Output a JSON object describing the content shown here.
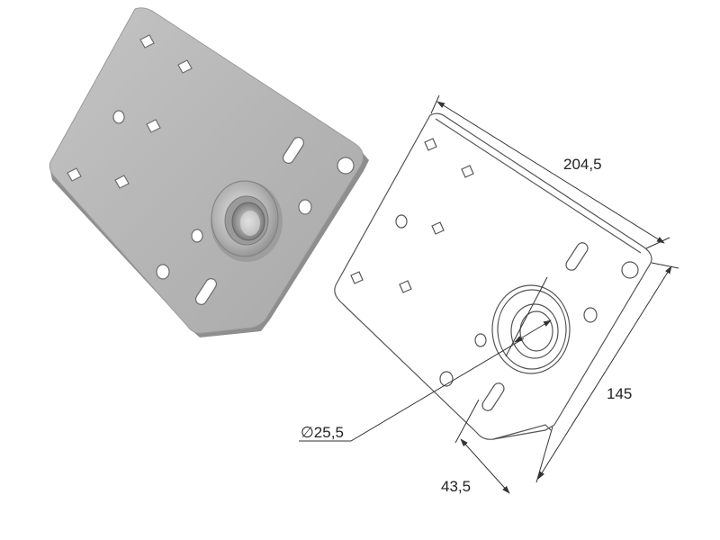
{
  "dimensions": {
    "width": "204,5",
    "height": "145",
    "bearing_diameter": "∅25,5",
    "shaft_offset": "43,5"
  },
  "colors": {
    "plate_fill": "#b9b9b9",
    "plate_edge": "#8a8a8a",
    "line_drawing": "#555555",
    "dimension_line": "#333333",
    "text": "#222222"
  }
}
